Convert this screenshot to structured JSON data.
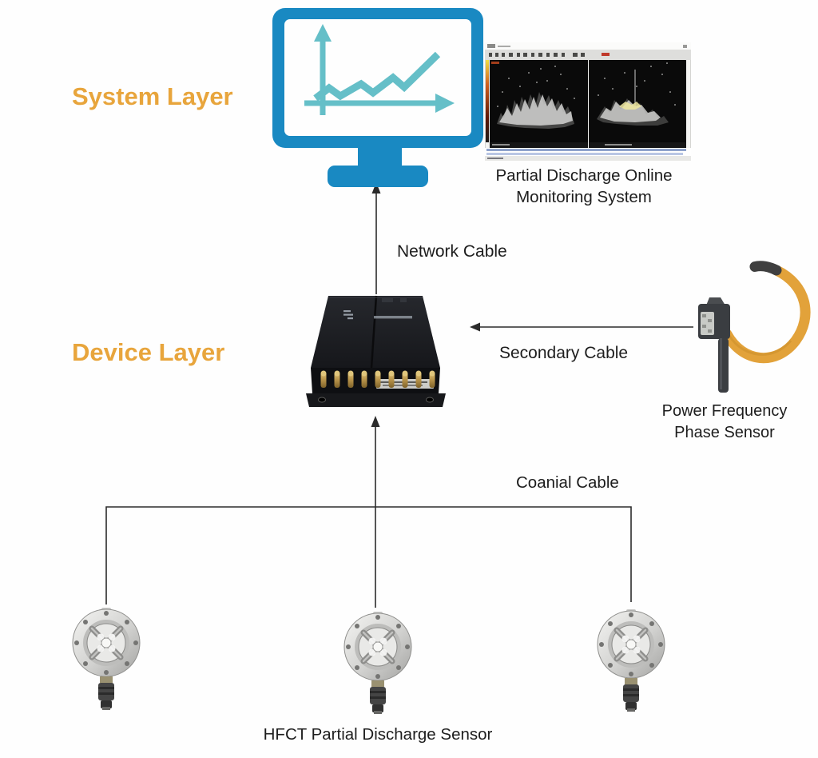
{
  "colors": {
    "layer_label": "#e8a53c",
    "monitor_blue": "#1989c2",
    "chart_teal": "#65bfc8",
    "cable_yellow": "#e2a23a",
    "connector_line": "#2b2b2b",
    "text": "#1d1d1d"
  },
  "layers": {
    "system_label": "System Layer",
    "device_label": "Device Layer"
  },
  "cables": {
    "network_label": "Network Cable",
    "secondary_label": "Secondary Cable",
    "coaxial_label": "Coanial Cable"
  },
  "nodes": {
    "monitoring_system": {
      "line1": "Partial Discharge Online",
      "line2": "Monitoring System"
    },
    "phase_sensor": {
      "line1": "Power Frequency",
      "line2": "Phase Sensor"
    },
    "hfct_sensor_label": "HFCT Partial Discharge Sensor"
  },
  "icons": {
    "monitor": "monitor-chart-icon",
    "software": "pd-monitoring-software-screenshot",
    "acquisition_unit": "pd-acquisition-unit-photo",
    "phase_sensor": "power-frequency-phase-sensor-photo",
    "hfct": "hfct-sensor-photo"
  }
}
